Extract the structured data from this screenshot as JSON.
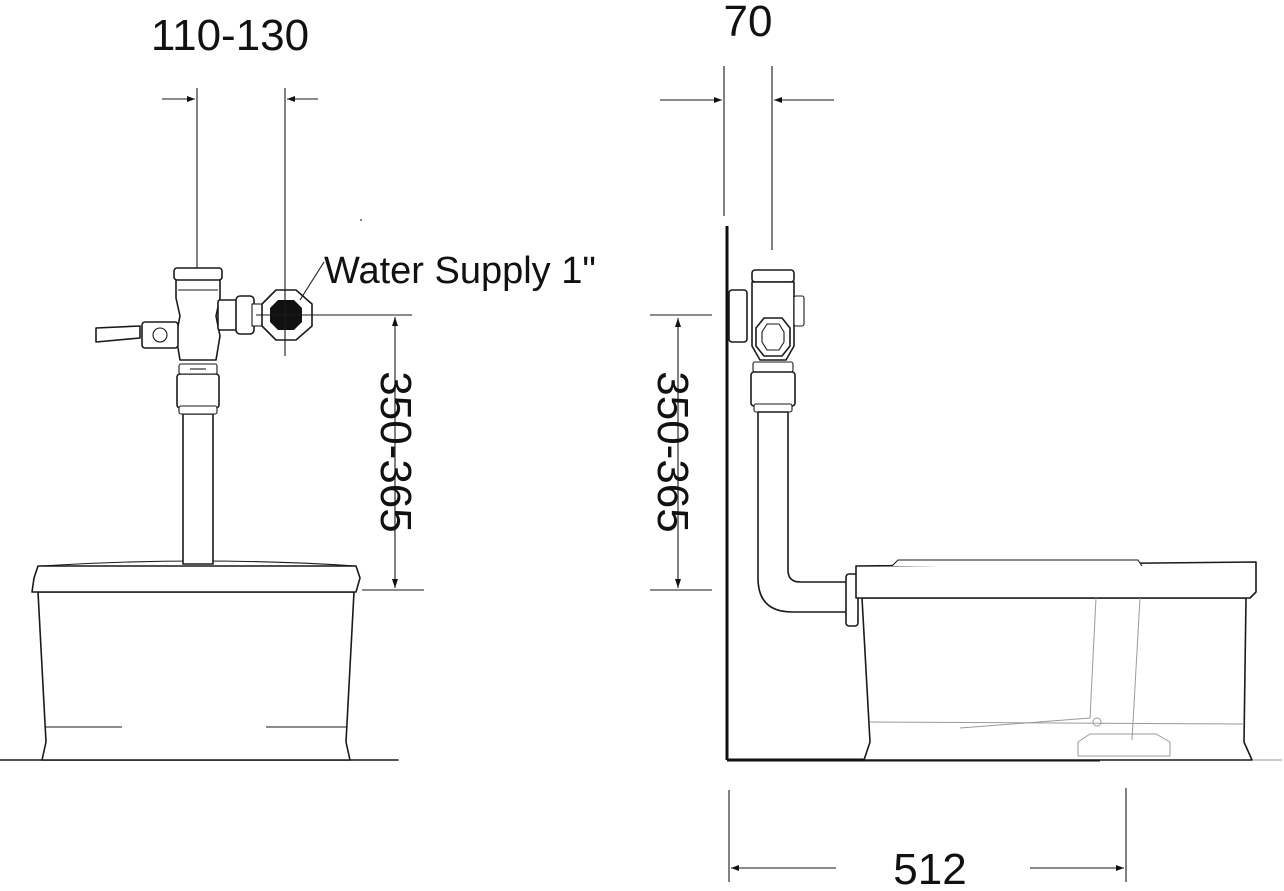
{
  "dimensions": {
    "top_left": "110-130",
    "top_right": "70",
    "height_left": "350-365",
    "height_right": "350-365",
    "bottom": "512"
  },
  "labels": {
    "water_supply": "Water Supply 1\""
  }
}
